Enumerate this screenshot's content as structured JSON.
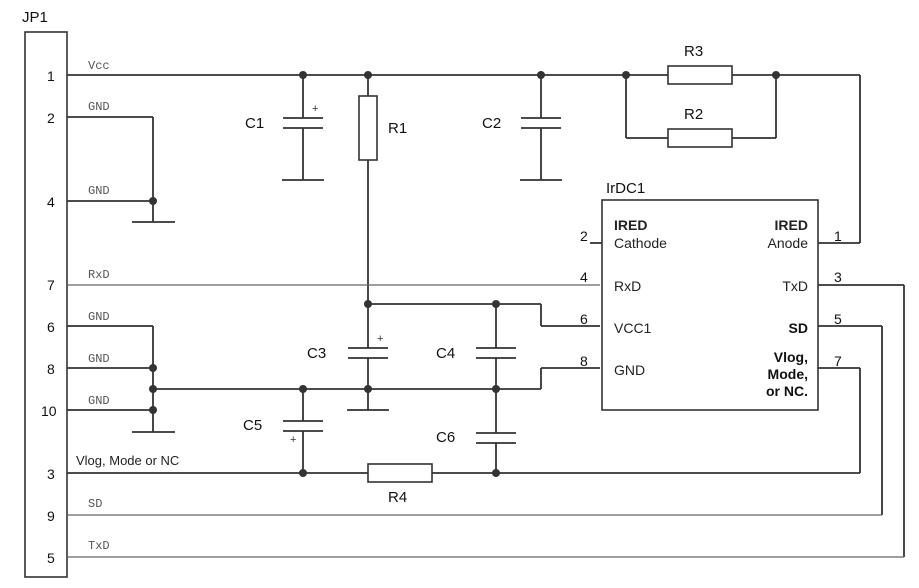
{
  "header": {
    "connector_name": "JP1"
  },
  "connector": {
    "pins": [
      {
        "number": "1",
        "net": "Vcc"
      },
      {
        "number": "2",
        "net": "GND"
      },
      {
        "number": "4",
        "net": "GND"
      },
      {
        "number": "7",
        "net": "RxD"
      },
      {
        "number": "6",
        "net": "GND"
      },
      {
        "number": "8",
        "net": "GND"
      },
      {
        "number": "10",
        "net": "GND"
      },
      {
        "number": "3",
        "net": "Vlog, Mode or NC"
      },
      {
        "number": "9",
        "net": "SD"
      },
      {
        "number": "5",
        "net": "TxD"
      }
    ]
  },
  "components": {
    "c1": "C1",
    "c2": "C2",
    "c3": "C3",
    "c4": "C4",
    "c5": "C5",
    "c6": "C6",
    "r1": "R1",
    "r2": "R2",
    "r3": "R3",
    "r4": "R4",
    "polarity_mark": "+"
  },
  "ic": {
    "name": "IrDC1",
    "pins": [
      {
        "number": "2",
        "label": "IRED\nCathode"
      },
      {
        "number": "4",
        "label": "RxD"
      },
      {
        "number": "6",
        "label": "VCC1"
      },
      {
        "number": "8",
        "label": "GND"
      },
      {
        "number": "1",
        "label": "IRED\nAnode"
      },
      {
        "number": "3",
        "label": "TxD"
      },
      {
        "number": "5",
        "label": "SD"
      },
      {
        "number": "7",
        "label": "Vlog,\nMode,\nor NC."
      }
    ]
  }
}
